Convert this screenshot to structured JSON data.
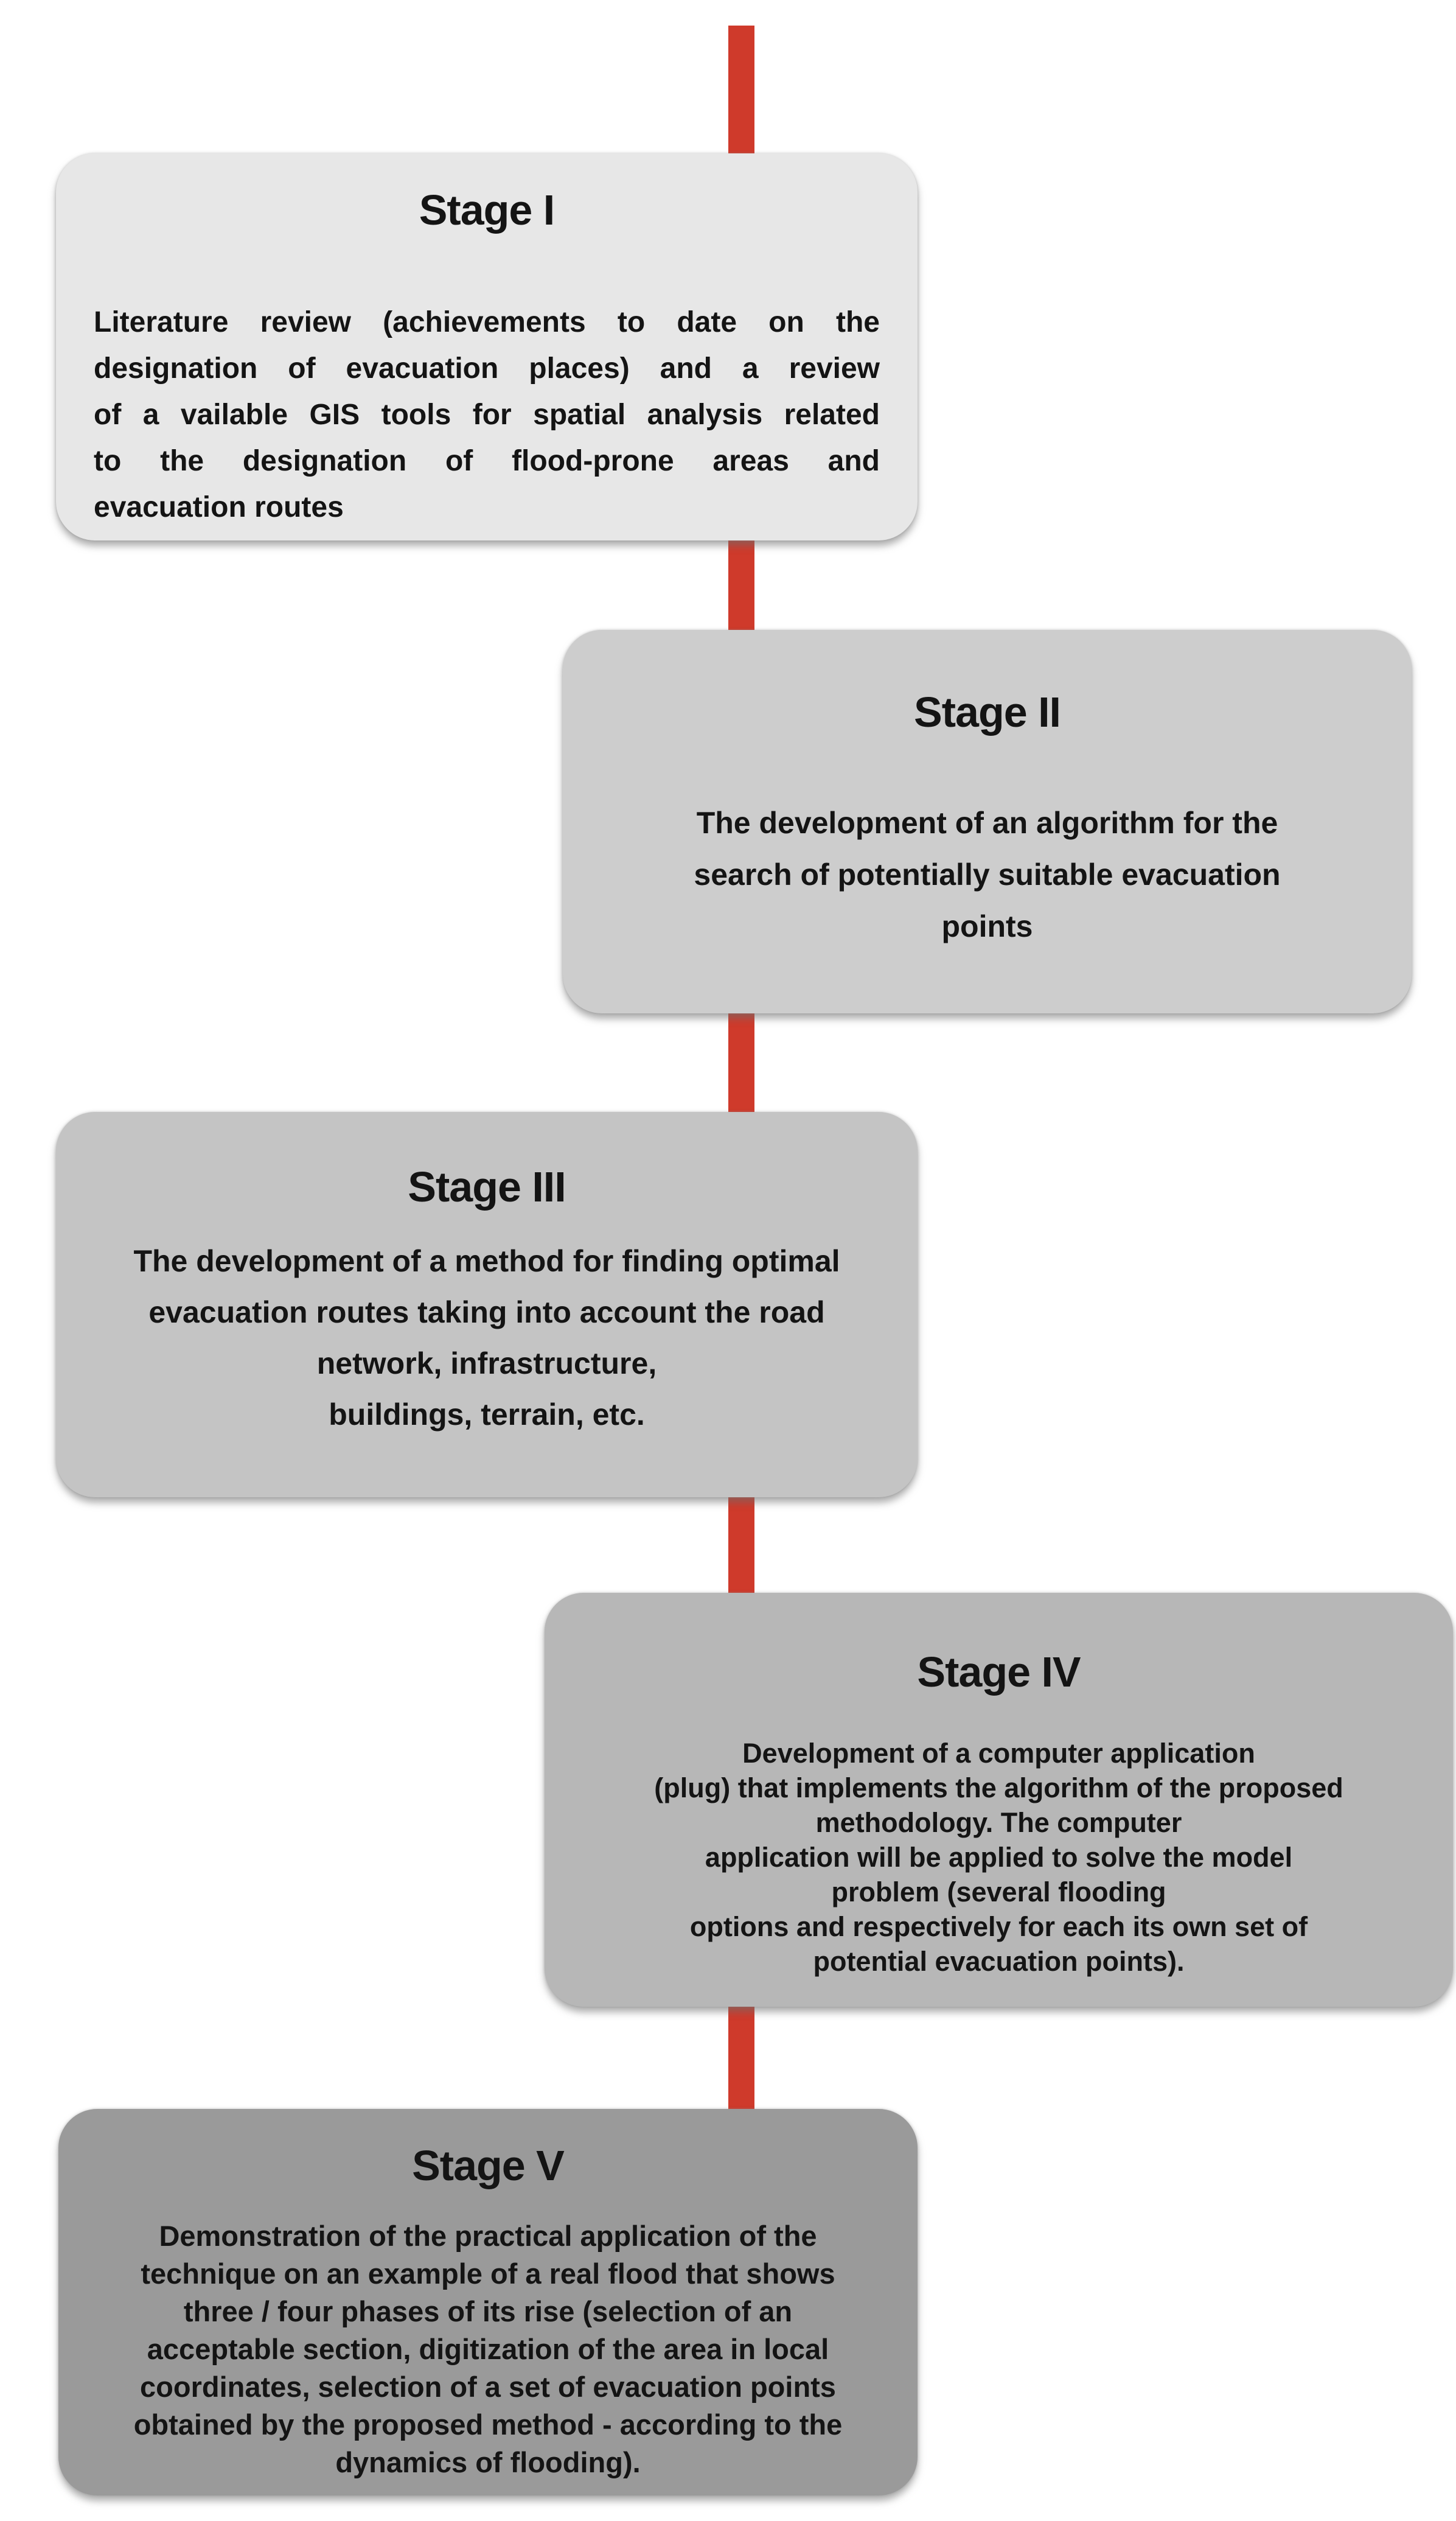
{
  "diagram": {
    "type": "staged-flowchart",
    "colors": {
      "spine_red": "#cf3a2b",
      "stage_fills": [
        "#e7e7e7",
        "#cdcdcd",
        "#c4c4c4",
        "#b7b7b7",
        "#9a9a9a"
      ],
      "text": "#141414",
      "background": "#ffffff"
    },
    "stages": [
      {
        "title": "Stage I",
        "body_lines": [
          "Literature review (achievements to date on the",
          "designation of evacuation places) and a review",
          "of a vailable GIS tools for spatial analysis related",
          "to the designation of flood-prone areas and",
          "evacuation routes"
        ]
      },
      {
        "title": "Stage II",
        "body_lines": [
          "The development of an algorithm for the",
          "search of potentially suitable evacuation",
          "points"
        ]
      },
      {
        "title": "Stage III",
        "body_lines": [
          "The development of a method for finding optimal",
          "evacuation routes taking into account the road",
          "network, infrastructure,",
          "buildings, terrain, etc."
        ]
      },
      {
        "title": "Stage IV",
        "body_lines": [
          "Development of a computer application",
          "(plug) that implements the algorithm of the proposed",
          "methodology. The computer",
          "application will be applied to solve the model",
          "problem (several flooding",
          "options and respectively for each its own set of",
          "potential evacuation points)."
        ]
      },
      {
        "title": "Stage V",
        "body_lines": [
          "Demonstration of the practical application of the",
          "technique on an example of a real flood that shows",
          "three / four phases of its rise (selection of an",
          "acceptable section, digitization of the area in local",
          "coordinates, selection of a set of evacuation points",
          "obtained by the proposed method - according to the",
          "dynamics of flooding)."
        ]
      }
    ]
  }
}
